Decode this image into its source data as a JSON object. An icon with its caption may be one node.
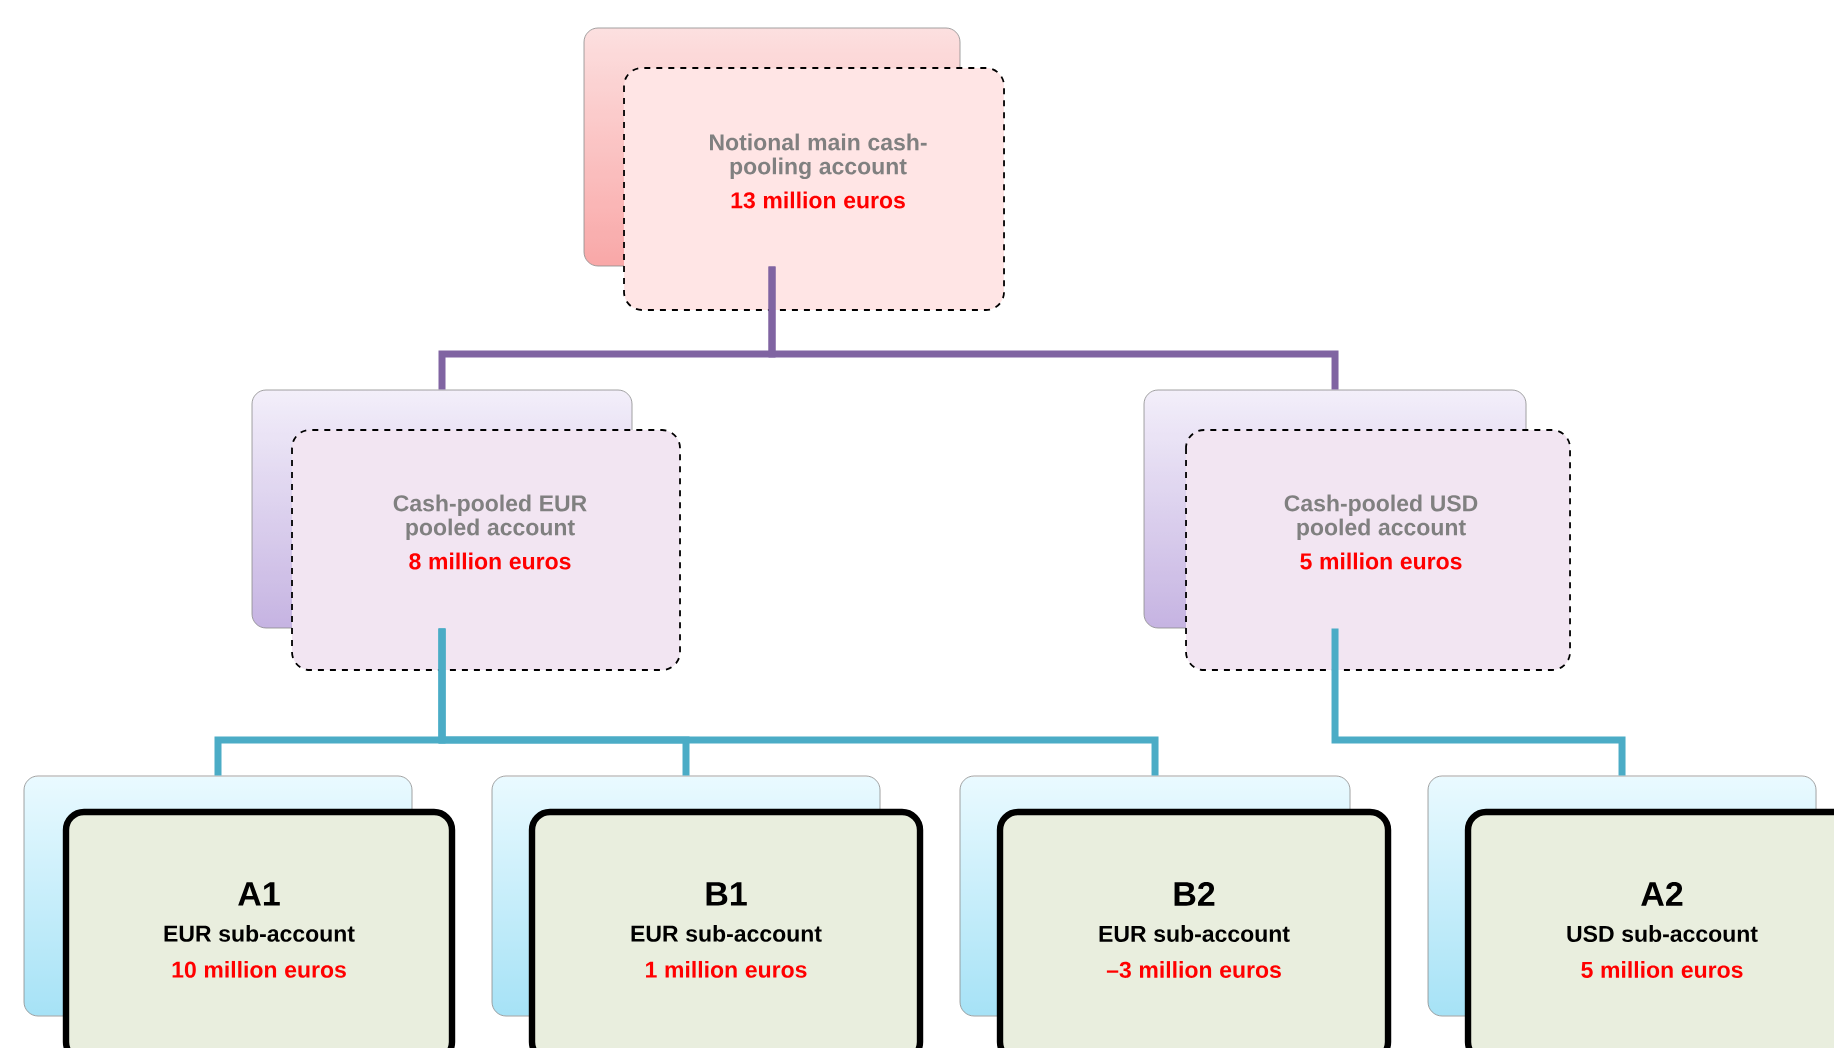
{
  "diagram": {
    "nodes": [
      {
        "text": [
          "Notional main cash-pooling account",
          "13 million euros"
        ]
      },
      {
        "text": [
          "Cash-pooled EUR pooled account",
          "8 million euros"
        ]
      },
      {
        "text": [
          "Cash-pooled USD pooled account",
          "5 million euros"
        ]
      },
      {
        "text": [
          "A1",
          "EUR sub-account",
          "10 million euros"
        ]
      },
      {
        "text": [
          "B1",
          "EUR sub-account",
          "1 million euros"
        ]
      },
      {
        "text": [
          "B2",
          "EUR sub-account",
          "–3 million euros"
        ]
      },
      {
        "text": [
          "A2",
          "USD sub-account",
          "5 million euros"
        ]
      }
    ],
    "edges": [
      {
        "from": 0,
        "to": 1,
        "arrow": "none",
        "color": "#8064a2"
      },
      {
        "from": 0,
        "to": 2,
        "arrow": "none",
        "color": "#8064a2"
      },
      {
        "from": 1,
        "to": 3,
        "arrow": "none"
      },
      {
        "from": 1,
        "to": 4,
        "arrow": "none"
      },
      {
        "from": 1,
        "to": 5,
        "arrow": "none"
      },
      {
        "from": 2,
        "to": 6,
        "arrow": "none"
      }
    ]
  }
}
